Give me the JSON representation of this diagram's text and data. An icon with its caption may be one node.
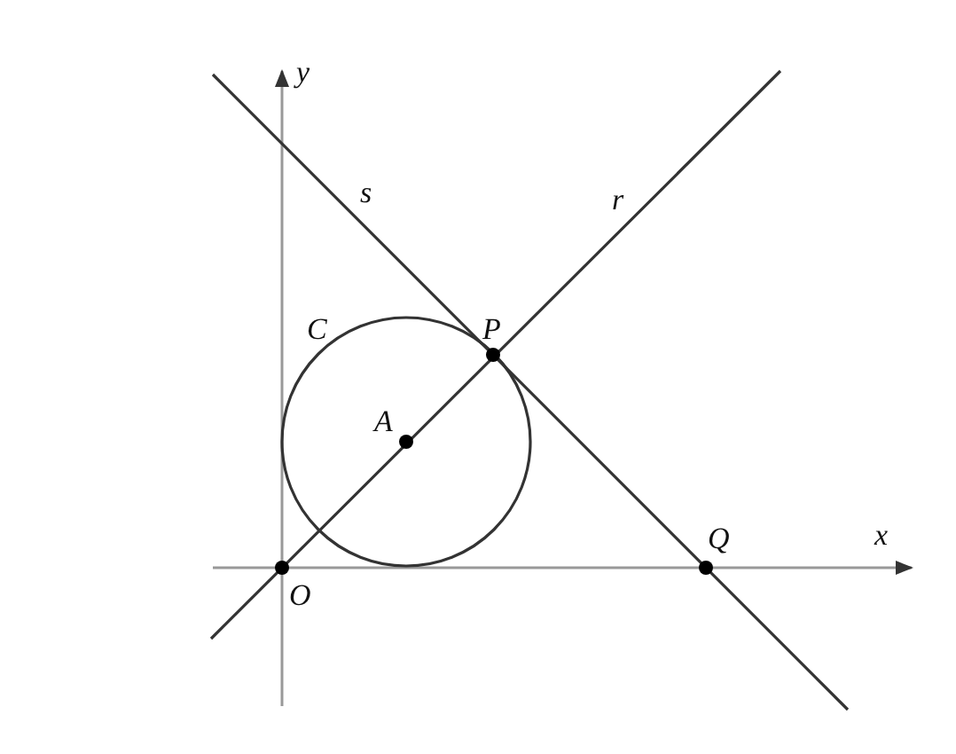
{
  "diagram": {
    "labels": [
      "y",
      "s",
      "r",
      "C",
      "P",
      "A",
      "Q",
      "x",
      "O"
    ]
  }
}
